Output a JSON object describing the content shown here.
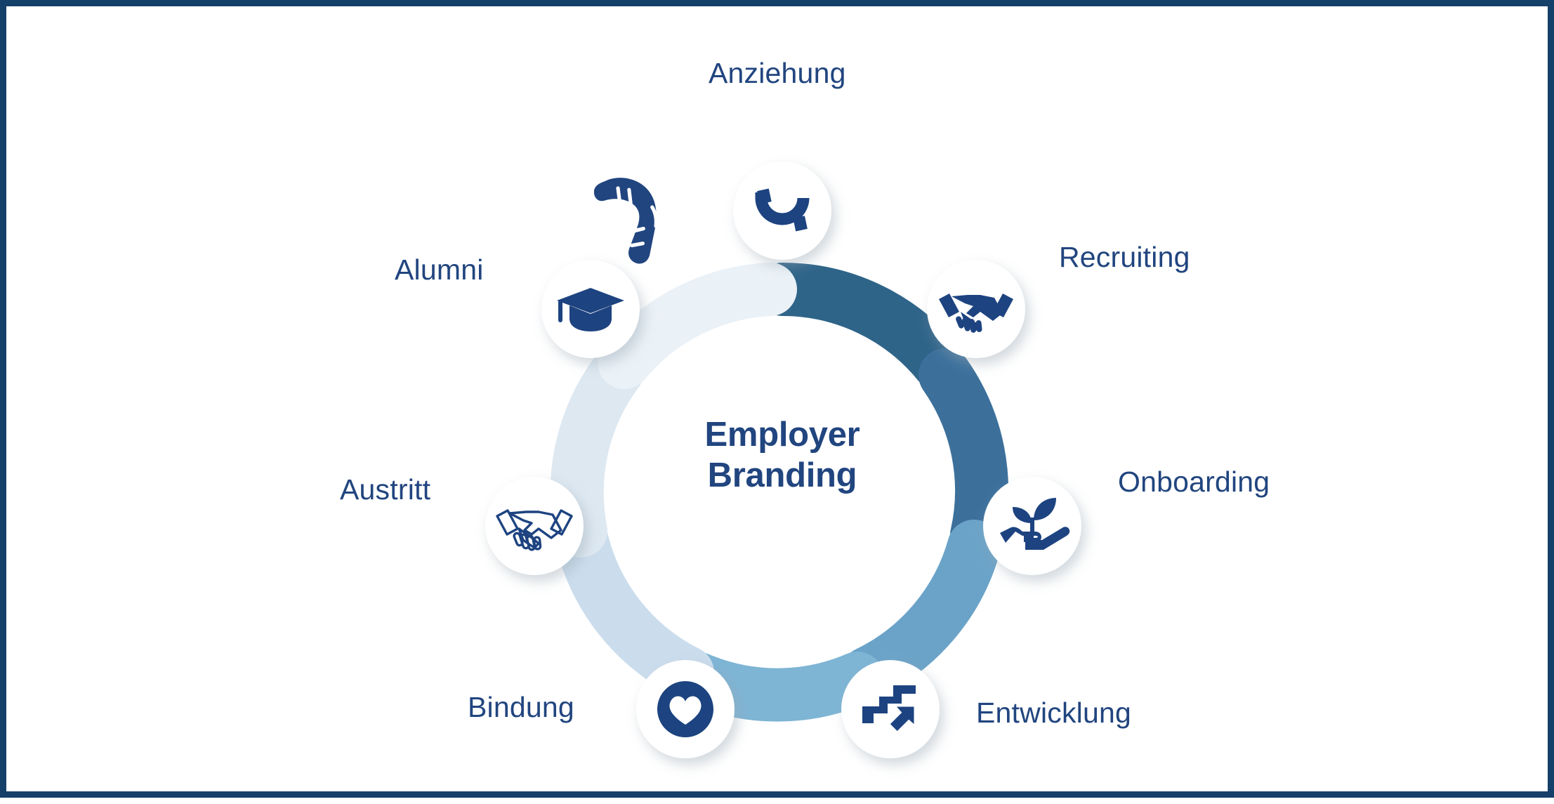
{
  "diagram": {
    "type": "cycle-diagram",
    "center_title_line1": "Employer",
    "center_title_line2": "Branding",
    "frame_color": "#154069",
    "background_color": "#ffffff",
    "text_color": "#21457f",
    "icon_color": "#1d4380",
    "stages": [
      {
        "id": "anziehung",
        "label": "Anziehung",
        "icon": "magnet-icon",
        "position": "top",
        "segment_color": "#2f6489",
        "order": 1
      },
      {
        "id": "recruiting",
        "label": "Recruiting",
        "icon": "handshake-filled-icon",
        "position": "top-right",
        "segment_color": "#3c709b",
        "order": 2
      },
      {
        "id": "onboarding",
        "label": "Onboarding",
        "icon": "hand-with-plant-icon",
        "position": "right",
        "segment_color": "#6ba3c8",
        "order": 3
      },
      {
        "id": "entwicklung",
        "label": "Entwicklung",
        "icon": "stairs-arrow-up-icon",
        "position": "bottom-right",
        "segment_color": "#7eb4d4",
        "order": 4
      },
      {
        "id": "bindung",
        "label": "Bindung",
        "icon": "heart-circle-icon",
        "position": "bottom-left",
        "segment_color": "#cbdded",
        "order": 5
      },
      {
        "id": "austritt",
        "label": "Austritt",
        "icon": "handshake-outline-icon",
        "position": "left",
        "segment_color": "#dde8f1",
        "order": 6
      },
      {
        "id": "alumni",
        "label": "Alumni",
        "icon": "graduation-cap-icon",
        "position": "top-left",
        "segment_color": "#eaf1f7",
        "order": 7
      }
    ],
    "decorations": [
      {
        "id": "boomerang",
        "icon": "boomerang-icon",
        "color": "#21457f"
      }
    ]
  }
}
